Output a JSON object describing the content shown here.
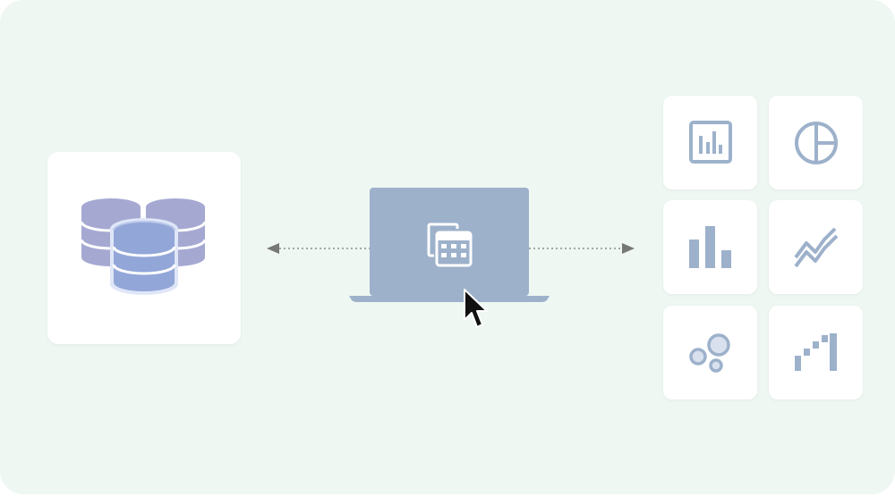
{
  "diagram": {
    "source": {
      "icon": "database-stack-icon"
    },
    "center": {
      "device_icon": "laptop-icon",
      "screen_icon": "spreadsheet-copy-icon",
      "pointer_icon": "mouse-cursor-icon"
    },
    "connectors": [
      {
        "from": "laptop",
        "to": "database",
        "style": "dotted",
        "arrow": "left"
      },
      {
        "from": "laptop",
        "to": "chart-grid",
        "style": "dotted",
        "arrow": "right"
      }
    ],
    "chart_tiles": [
      {
        "icon": "report-chart-icon"
      },
      {
        "icon": "pie-chart-icon"
      },
      {
        "icon": "bar-chart-icon"
      },
      {
        "icon": "line-chart-icon"
      },
      {
        "icon": "bubble-chart-icon"
      },
      {
        "icon": "step-chart-icon"
      }
    ],
    "colors": {
      "background": "#eff7f2",
      "card": "#ffffff",
      "icon": "#9db1cb",
      "database_back": "#a5a9d2",
      "database_front": "#92a6d8",
      "laptop": "#9db1cb",
      "connector": "#777777",
      "cursor": "#111111"
    }
  }
}
